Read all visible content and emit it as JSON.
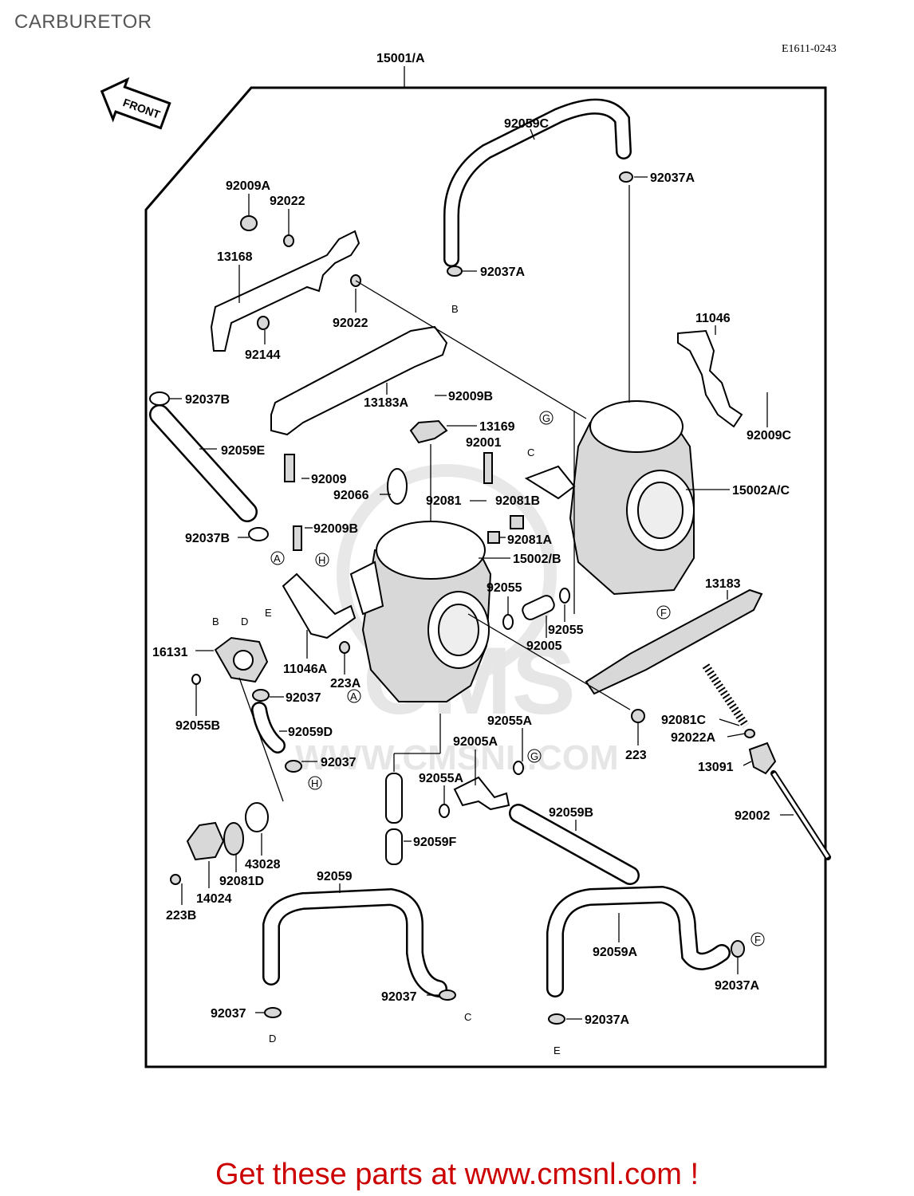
{
  "page": {
    "title": "CARBURETOR",
    "diagram_code": "E1611-0243",
    "footer_link": "Get these parts at www.cmsnl.com !",
    "colors": {
      "title": "#555555",
      "footer": "#cc0000",
      "outline": "#000000",
      "watermark": "#e4e4e4"
    }
  },
  "diagram": {
    "front_arrow": "FRONT",
    "watermark_text": "CMS",
    "watermark_url": "WWW.CMSNL.COM",
    "assembly_label": "15001/A",
    "part_labels": {
      "p92059C": "92059C",
      "p92037A_top": "92037A",
      "p92009A": "92009A",
      "p92022_a": "92022",
      "p13168": "13168",
      "p92037A_mid": "92037A",
      "p92022_b": "92022",
      "p92144": "92144",
      "p11046": "11046",
      "p13183A": "13183A",
      "p92037B_top": "92037B",
      "p92009B_top": "92009B",
      "p13169": "13169",
      "p92001": "92001",
      "p92009C": "92009C",
      "p92059E": "92059E",
      "p92009": "92009",
      "p92066": "92066",
      "p92081": "92081",
      "p92081B": "92081B",
      "p15002AC": "15002A/C",
      "p92037B_mid": "92037B",
      "p92009B_mid": "92009B",
      "p92081A": "92081A",
      "p15002B": "15002/B",
      "p13183": "13183",
      "p92055_a": "92055",
      "p92055_b": "92055",
      "p92005": "92005",
      "p16131": "16131",
      "p11046A": "11046A",
      "p223A": "223A",
      "p92037_a": "92037",
      "p92055B": "92055B",
      "p92081C": "92081C",
      "p92059D": "92059D",
      "p92055A_a": "92055A",
      "p92022A": "92022A",
      "p223": "223",
      "p92005A": "92005A",
      "p92037_b": "92037",
      "p13091": "13091",
      "p92055A_b": "92055A",
      "p92002": "92002",
      "p92059B": "92059B",
      "p43028": "43028",
      "p92059F": "92059F",
      "p92081D": "92081D",
      "p14024": "14024",
      "p223B": "223B",
      "p92059": "92059",
      "p92059A": "92059A",
      "p92037A_bot": "92037A",
      "p92037_c": "92037",
      "p92037_d": "92037",
      "p92037A_e": "92037A"
    },
    "ref_marks": {
      "B_top": "B",
      "B_left": "B",
      "C_mid": "C",
      "C_bot": "C",
      "D_left": "D",
      "D_bot": "D",
      "E_left": "E",
      "E_bot": "E",
      "G_mid": "G",
      "G_low": "G",
      "H_mid": "H",
      "H_low": "H",
      "A_mid": "A",
      "A_low": "A",
      "F_mid": "F",
      "F_low": "F"
    }
  }
}
